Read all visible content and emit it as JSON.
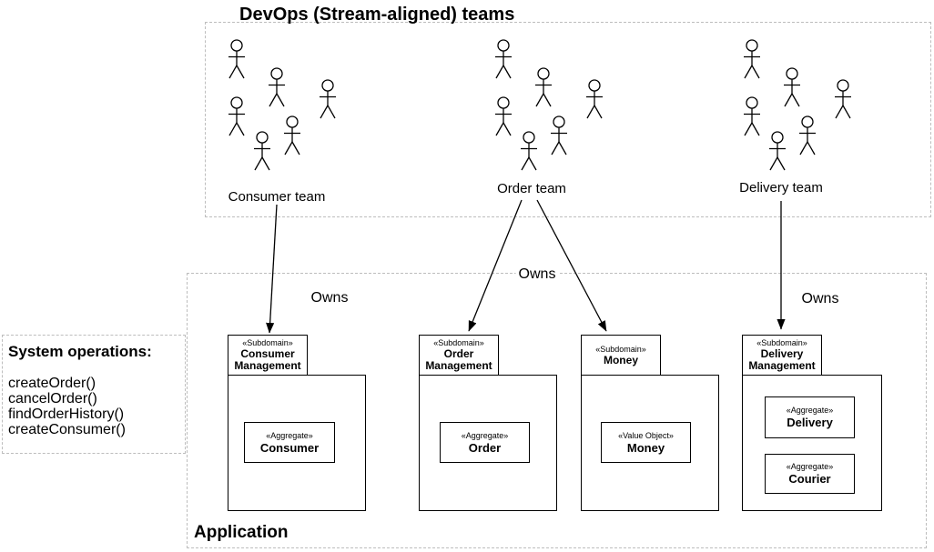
{
  "title": "DevOps (Stream-aligned) teams",
  "teams": [
    {
      "name": "Consumer team",
      "members": 6
    },
    {
      "name": "Order team",
      "members": 6
    },
    {
      "name": "Delivery team",
      "members": 6
    }
  ],
  "owns_labels": [
    "Owns",
    "Owns",
    "Owns"
  ],
  "system_operations": {
    "title": "System operations:",
    "operations": [
      "createOrder()",
      "cancelOrder()",
      "findOrderHistory()",
      "createConsumer()"
    ]
  },
  "application": {
    "label": "Application",
    "subdomains": [
      {
        "stereotype": "«Subdomain»",
        "name": "Consumer Management",
        "elements": [
          {
            "stereotype": "«Aggregate»",
            "name": "Consumer"
          }
        ]
      },
      {
        "stereotype": "«Subdomain»",
        "name": "Order Management",
        "elements": [
          {
            "stereotype": "«Aggregate»",
            "name": "Order"
          }
        ]
      },
      {
        "stereotype": "«Subdomain»",
        "name": "Money",
        "elements": [
          {
            "stereotype": "«Value Object»",
            "name": "Money"
          }
        ]
      },
      {
        "stereotype": "«Subdomain»",
        "name": "Delivery Management",
        "elements": [
          {
            "stereotype": "«Aggregate»",
            "name": "Delivery"
          },
          {
            "stereotype": "«Aggregate»",
            "name": "Courier"
          }
        ]
      }
    ]
  },
  "colors": {
    "line": "#000000",
    "dashed_border": "#bdbdbd",
    "background": "#ffffff"
  }
}
